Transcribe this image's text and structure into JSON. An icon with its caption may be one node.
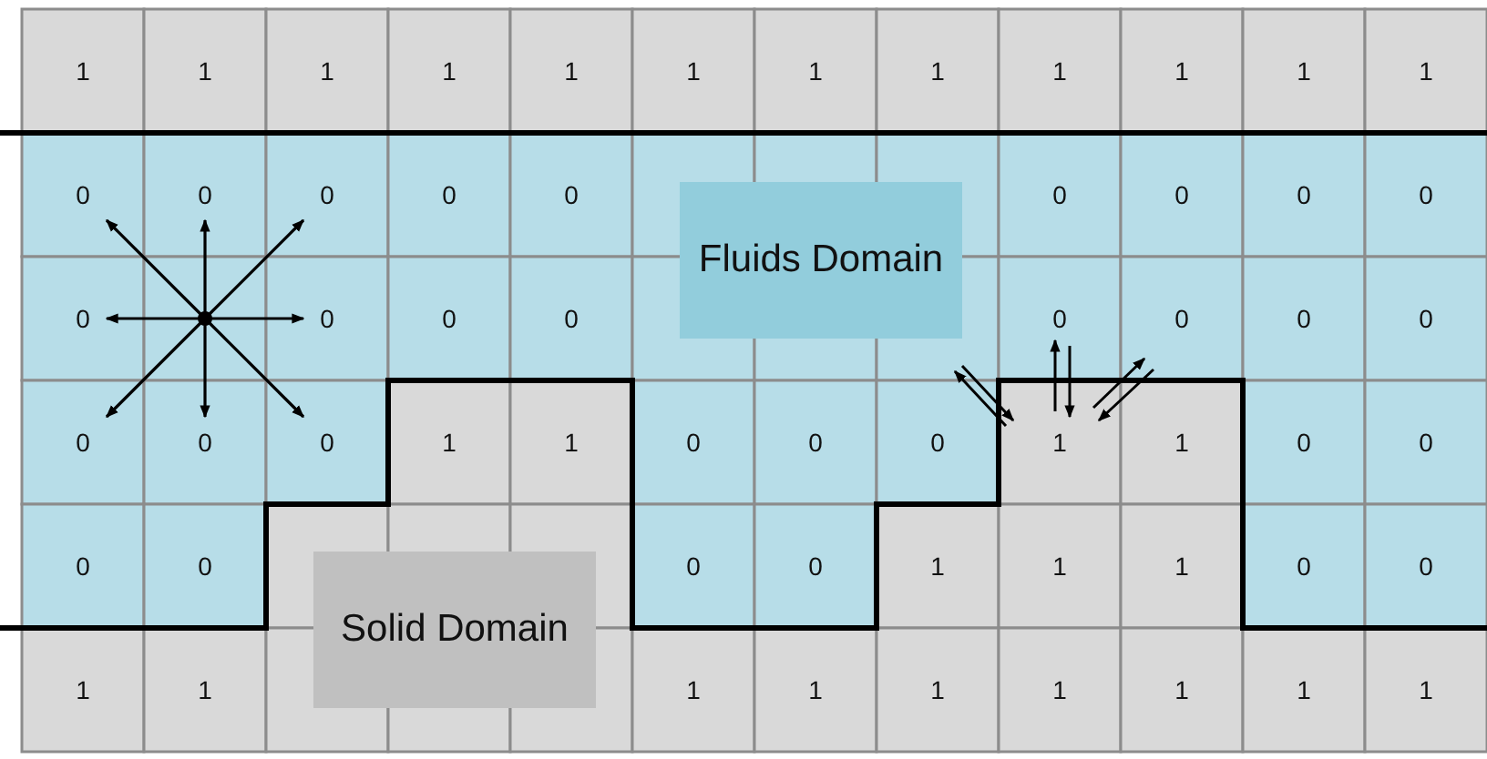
{
  "diagram": {
    "nodes": [
      {
        "text": [
          "Fluids Domain"
        ]
      },
      {
        "text": [
          "Solid Domain"
        ]
      }
    ],
    "labels": [
      "1",
      "1",
      "1",
      "1",
      "1",
      "1",
      "1",
      "1",
      "1",
      "1",
      "1",
      "1",
      "0",
      "0",
      "0",
      "0",
      "0",
      "0",
      "0",
      "0",
      "0",
      "0",
      "0",
      "0",
      "0",
      "0",
      "0",
      "0",
      "0",
      "0",
      "0",
      "0",
      "1",
      "1",
      "0",
      "0",
      "0",
      "1",
      "1",
      "0",
      "0",
      "0",
      "0",
      "0",
      "0",
      "1",
      "1",
      "1",
      "0",
      "0",
      "1",
      "1",
      "1",
      "1",
      "1",
      "1",
      "1",
      "1",
      "1"
    ]
  }
}
